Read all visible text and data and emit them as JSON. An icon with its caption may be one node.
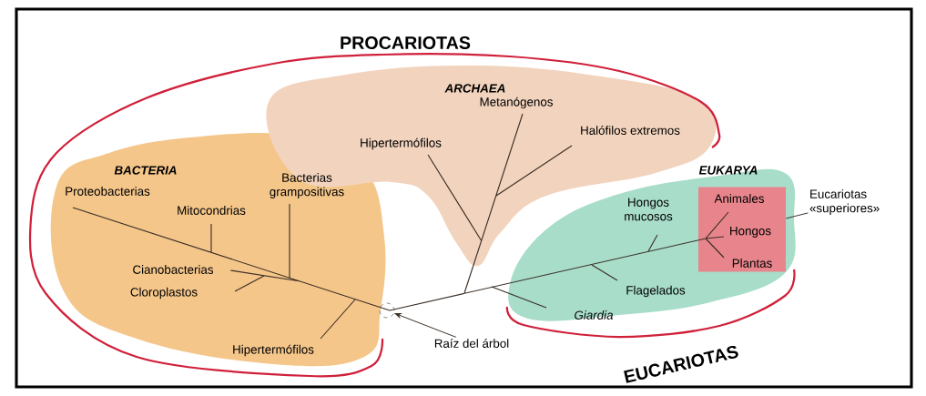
{
  "diagram": {
    "nodes": [
      {
        "text": [
          "BACTERIA",
          "Proteobacterias",
          "Mitocondrias",
          "Bacterias grampositivas",
          "Cianobacterias",
          "Cloroplastos",
          "Hipertermófilos"
        ]
      },
      {
        "text": [
          "ARCHAEA",
          "Metanógenos",
          "Hipertermófilos",
          "Halófilos extremos"
        ]
      },
      {
        "text": [
          "EUKARYA",
          "Hongos mucosos",
          "Flagelados",
          "Giardia"
        ]
      },
      {
        "text": [
          "Animales",
          "Hongos",
          "Plantas"
        ],
        "in": 2
      },
      {
        "text": [
          "Eucariotas «superiores»"
        ]
      },
      {
        "text": [],
        "shape": "circle"
      },
      {
        "text": [
          "Raíz del árbol"
        ]
      }
    ],
    "edges": [
      {
        "from": 6,
        "to": 5,
        "arrow": "to"
      },
      {
        "from": 4,
        "to": 3,
        "arrow": "none"
      }
    ],
    "labels": [
      "PROCARIOTAS",
      "EUCARIOTAS"
    ]
  }
}
